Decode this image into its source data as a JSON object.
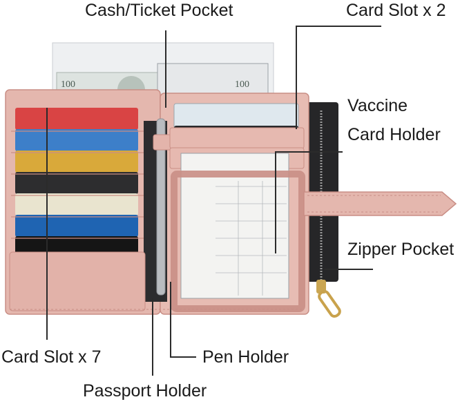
{
  "labels": {
    "cash_ticket_pocket": "Cash/Ticket Pocket",
    "card_slot_x2": "Card Slot x 2",
    "vaccine_line1": "Vaccine",
    "vaccine_line2": "Card Holder",
    "zipper_pocket": "Zipper Pocket",
    "card_slot_x7": "Card Slot x 7",
    "pen_holder": "Pen Holder",
    "passport_holder": "Passport Holder"
  },
  "colors": {
    "leather": "#e4b7ae",
    "leather_dark": "#c98e85",
    "lining": "#2c2c2e",
    "banknote": "#dfe3e7",
    "pen": "#b9bcc0"
  }
}
